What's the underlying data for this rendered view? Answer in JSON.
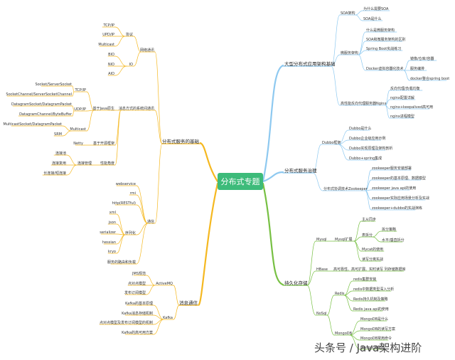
{
  "root": {
    "label": "分布式专题",
    "color": "#3dbb7a"
  },
  "colors": {
    "blue": "#8ec9f0",
    "orange": "#f5b820",
    "green": "#77c043"
  },
  "branch_blue": {
    "title": "大型分布式应用架构基础",
    "soa_group": {
      "label": "SOA架构",
      "items": [
        "为什么需要SOA",
        "SOA是什么"
      ]
    },
    "micro_group": {
      "label": "微服务架构",
      "items": [
        "什么是微服务架构",
        "SOA和微服务架构的区别",
        "Spring Boot实战练习"
      ],
      "docker": {
        "label": "Docker虚拟容器化技术",
        "items": [
          "镜像/仓库/容器",
          "服务编排",
          "docker整合spring boot"
        ]
      }
    },
    "nginx_group": {
      "label": "高性能反向代理服务器Nginx",
      "items": [
        "反向代理/负载均衡",
        "nginx配置详解",
        "nginx+keepalived高可用",
        "nginx进程模型"
      ]
    }
  },
  "branch_gov": {
    "title": "分布式服务治理",
    "dubbo": {
      "label": "Dubbo框架",
      "items": [
        "Dubbo是什么",
        "Dubbo企业级应用示例",
        "Dubbo实现原理及架构剖析",
        "Dubbo+spring集成"
      ]
    },
    "zk": {
      "label": "分布式协调技术Zookeeper",
      "items": [
        "zookeeper服务安装部署",
        "zookeeper的基本原理、数据模型",
        "zookeeper java api的使用",
        "zookeeper实际应用场景分析及实战",
        "zookeeper+dubbo的实战演练"
      ]
    }
  },
  "branch_persist": {
    "title": "持久化存储",
    "mysql": {
      "label": "Mysql",
      "ext": {
        "label": "Mysql扩展",
        "items": [
          "主从同步"
        ],
        "split": {
          "label": "表拆分",
          "items": [
            "拆分策略",
            "水平/垂直拆分"
          ]
        },
        "items2": [
          "Mycat的使用",
          "读写分离实战"
        ]
      }
    },
    "hbase": {
      "label": "HBase",
      "item": "高可靠性、高可扩展、实时读写 列存储数据库"
    },
    "nosql": {
      "label": "NoSql",
      "redis": {
        "label": "Redis",
        "items": [
          "redis集群安装",
          "redis中数据类型深入分析",
          "Redis持久机制及策略",
          "Redis java api的使用"
        ]
      },
      "mongo": {
        "label": "MongoDB",
        "items": [
          "MongoDB是什么",
          "MongoDB的读写方案",
          "MongoDB常用命令",
          "MongoDB集群"
        ]
      }
    }
  },
  "branch_found": {
    "title": "分布式服务的基础",
    "net": {
      "label": "网络通讯",
      "proto": {
        "label": "协议",
        "items": [
          "TCP/IP",
          "UPD/IP",
          "Multicast"
        ]
      },
      "io": {
        "label": "IO",
        "items": [
          "BIO",
          "NIO",
          "AIO"
        ]
      }
    },
    "java": {
      "label": "消息方式的系统间通讯",
      "basic": {
        "label": "基于Java原生",
        "tcp": {
          "label": "TCP/IP",
          "items": [
            "Socket/ServerSocket",
            "SocketChannel/ServerSocketChannel"
          ]
        },
        "udp": {
          "label": "UDP/IP",
          "items": [
            "DatagramSocket/DatagramPacket",
            "DatagramChannel/ByteBuffer"
          ]
        },
        "multicast": {
          "label": "Multicast",
          "items": [
            "MulticastSocket/DatagramPacket",
            "SRM"
          ]
        }
      },
      "netty": {
        "label": "基于开源框架",
        "item": "Netty"
      },
      "perf": {
        "label": "性能角度",
        "conn": {
          "label": "连接管理",
          "items": [
            "连接池",
            "连接复用",
            "长连接/短连接"
          ]
        }
      }
    },
    "comm": {
      "label": "通信",
      "items": [
        "webservice",
        "rmi",
        "http(RESTful)"
      ],
      "serial": {
        "label": "序列化",
        "items": [
          "xml",
          "json",
          "serializer",
          "hessian",
          "kryo"
        ]
      },
      "last": "服务的路由和负载"
    }
  },
  "branch_msg": {
    "title": "消息通信",
    "activemq": {
      "label": "ActiveMQ",
      "items": [
        "JMS规范",
        "点对点模型",
        "发布订阅模型"
      ]
    },
    "kafka": {
      "label": "Kafka",
      "items": [
        "Kafka的基本原理",
        "Kafka消息存储机制",
        "点对点模型及发布订阅模型的机制",
        "Kafka的高可用方案"
      ]
    }
  },
  "watermark": "头条号 / Java架构进阶"
}
